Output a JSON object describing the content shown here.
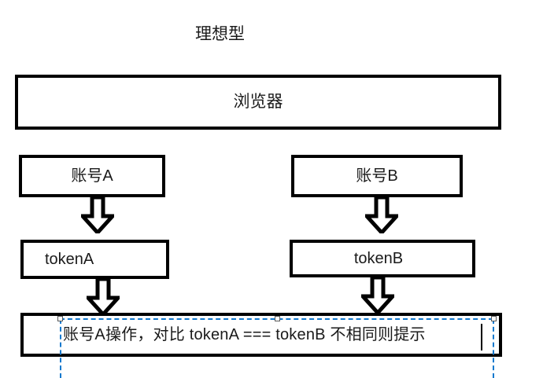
{
  "diagram": {
    "title": "理想型",
    "nodes": {
      "browser": {
        "label": "浏览器"
      },
      "account_a": {
        "label": "账号A"
      },
      "account_b": {
        "label": "账号B"
      },
      "token_a": {
        "label": "tokenA"
      },
      "token_b": {
        "label": "tokenB"
      },
      "compare": {
        "label": "账号A操作，对比 tokenA === tokenB  不相同则提示"
      }
    },
    "arrows": [
      {
        "name": "account-a-to-token-a",
        "direction": "down"
      },
      {
        "name": "account-b-to-token-b",
        "direction": "down"
      },
      {
        "name": "token-a-to-compare",
        "direction": "down"
      },
      {
        "name": "token-b-to-compare",
        "direction": "down"
      }
    ],
    "selection": {
      "active": true,
      "handle_count": 3,
      "accent_color": "#1479ce",
      "handle_fill": "#ffffff",
      "handle_border": "#5a5a5a",
      "caret_visible": true
    },
    "colors": {
      "background": "#ffffff",
      "stroke": "#000000",
      "text": "#1a1a1a"
    }
  }
}
